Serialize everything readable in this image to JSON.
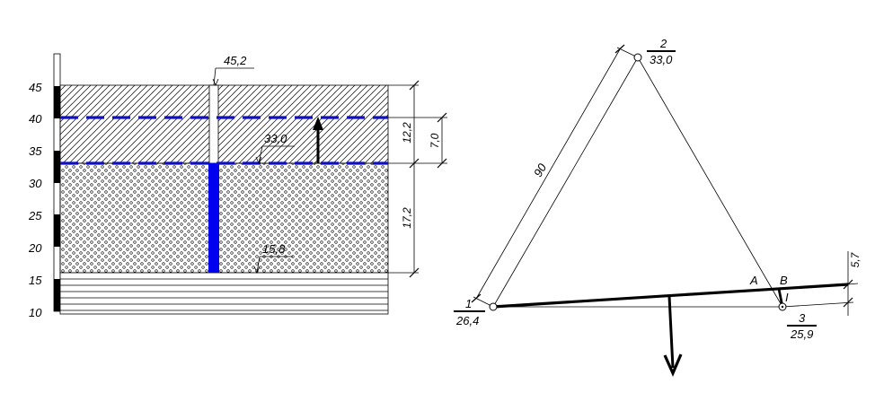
{
  "left": {
    "scale_labels": [
      "45",
      "40",
      "35",
      "30",
      "25",
      "20",
      "15",
      "10"
    ],
    "top_mark": "45,2",
    "water_mark": "33,0",
    "bottom_mark": "15,8",
    "dims": [
      "12,2",
      "7,0",
      "17,2"
    ]
  },
  "right": {
    "line_length": "90",
    "nodes": [
      {
        "num": "1",
        "value": "26,4"
      },
      {
        "num": "2",
        "value": "33,0"
      },
      {
        "num": "3",
        "value": "25,9"
      }
    ],
    "point_a": "A",
    "point_b": "B",
    "point_i": "I",
    "drop": "5,7"
  }
}
